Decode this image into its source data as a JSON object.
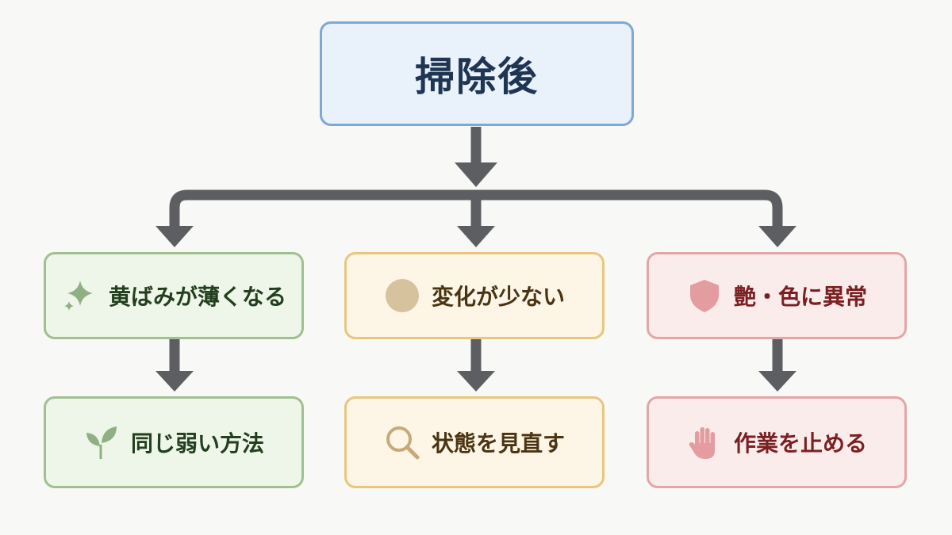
{
  "root": {
    "title": "掃除後"
  },
  "branches": [
    {
      "label": "黄ばみが薄くなる",
      "icon": "sparkle-icon",
      "next": {
        "label": "同じ弱い方法",
        "icon": "sprout-icon"
      }
    },
    {
      "label": "変化が少ない",
      "icon": "circle-icon",
      "next": {
        "label": "状態を見直す",
        "icon": "magnifier-icon"
      }
    },
    {
      "label": "艶・色に異常",
      "icon": "shield-icon",
      "next": {
        "label": "作業を止める",
        "icon": "stop-hand-icon"
      }
    }
  ],
  "colors": {
    "connector": "#5c5e61",
    "root": "#7ea8d8",
    "green": "#9fc18f",
    "yellow": "#e8c67e",
    "red": "#e3a6a8"
  }
}
